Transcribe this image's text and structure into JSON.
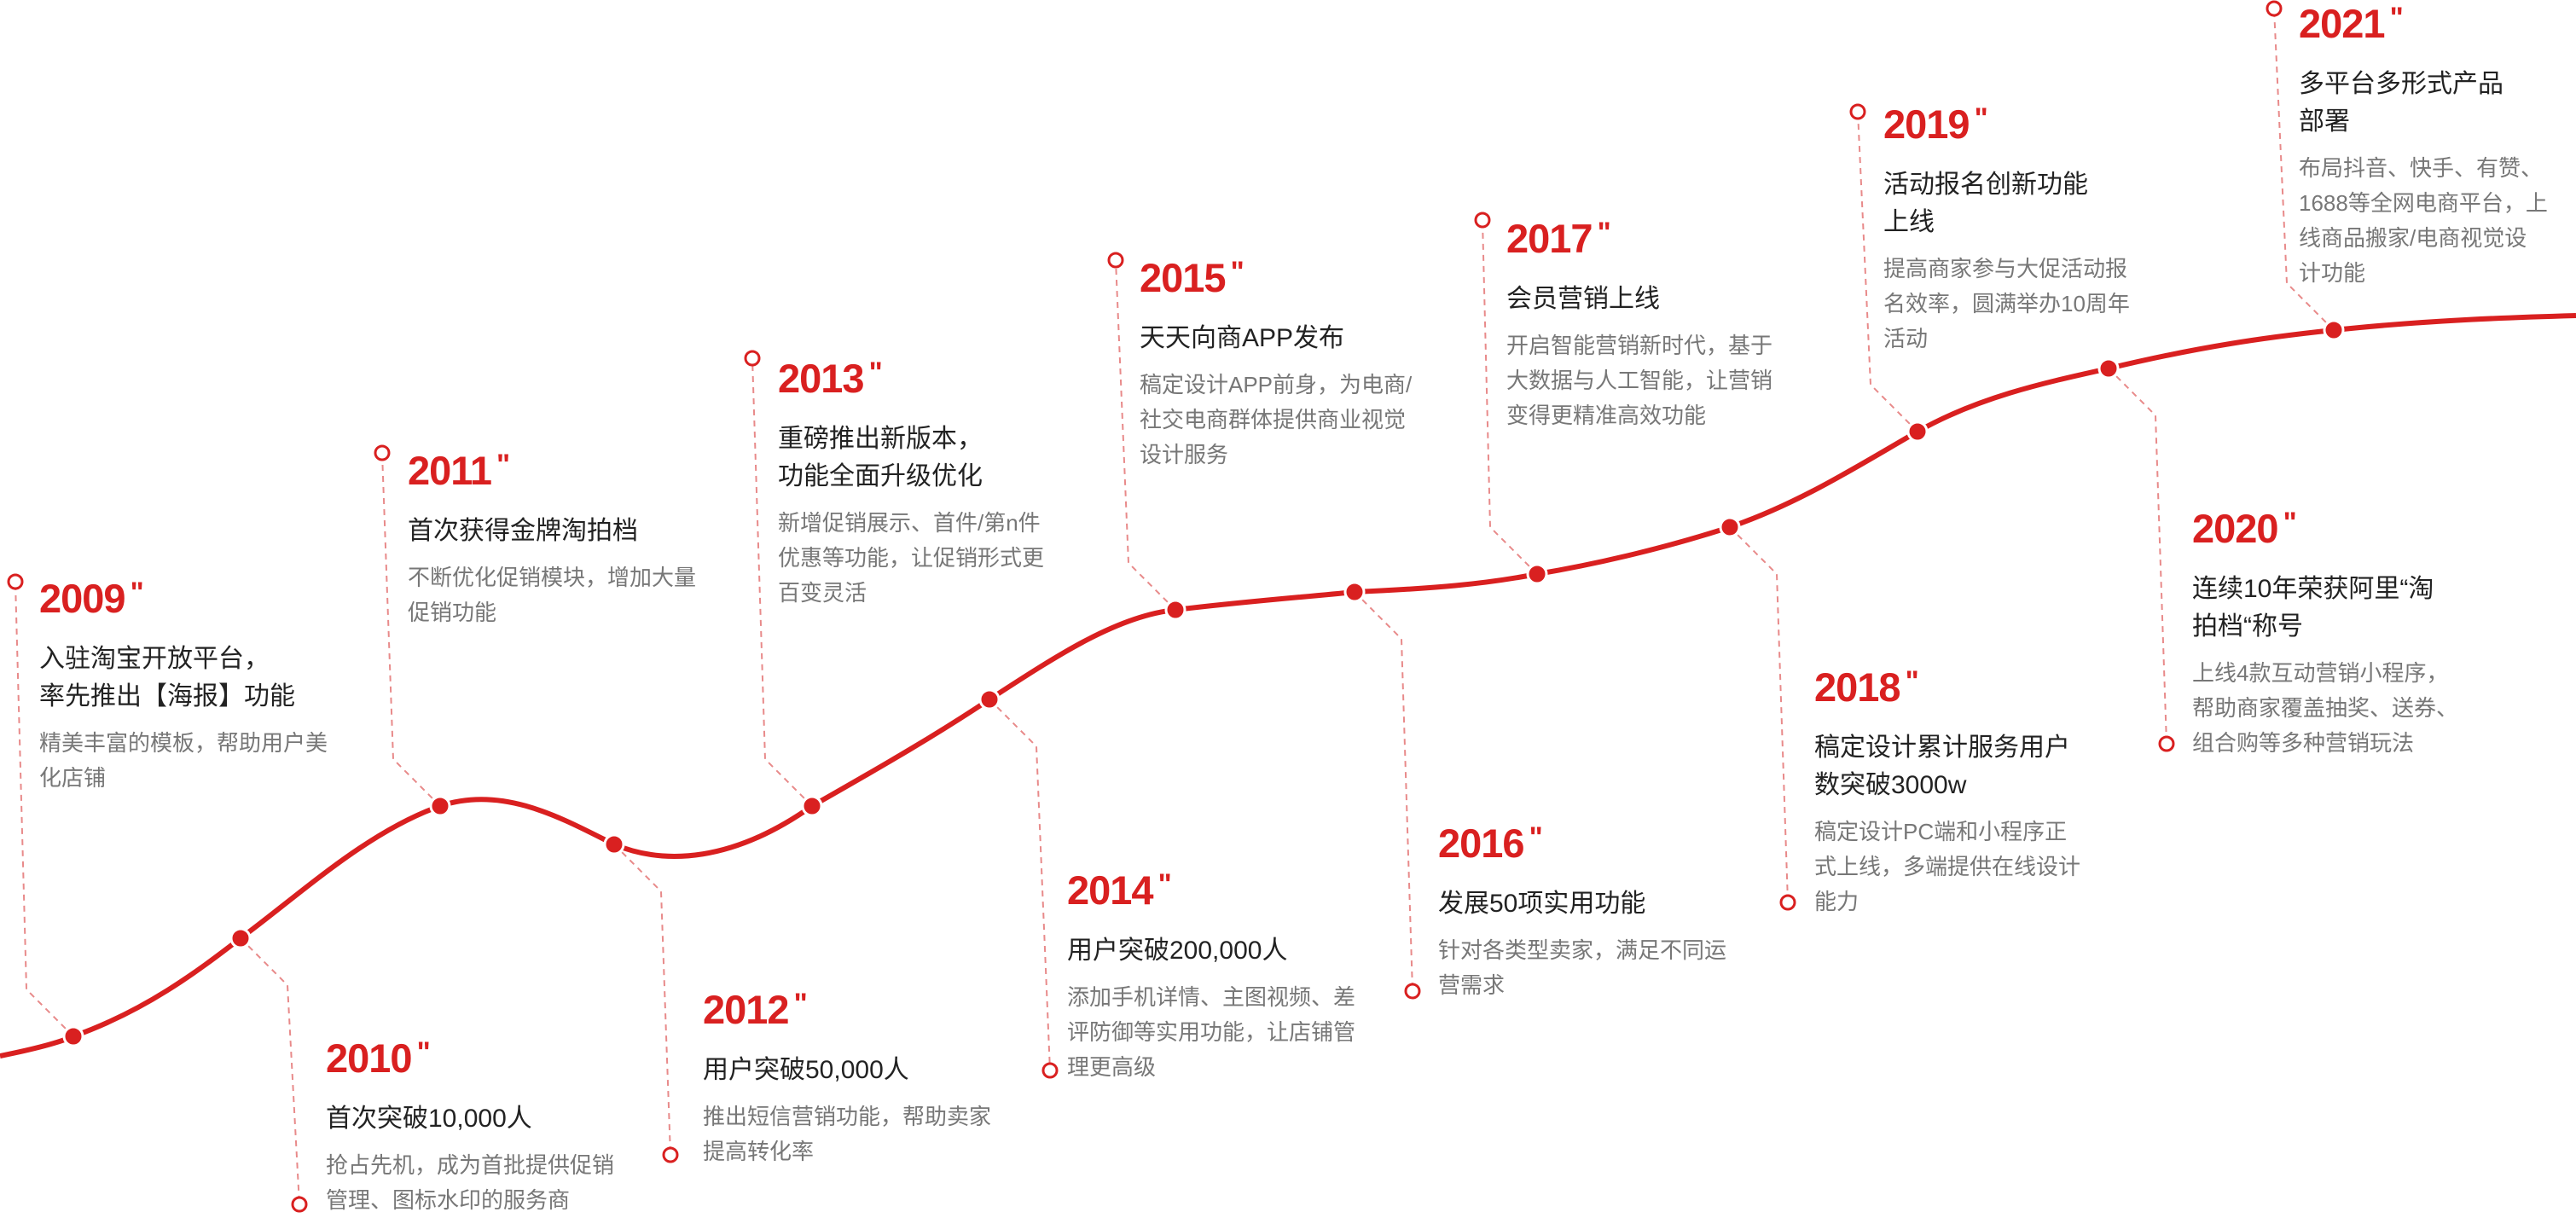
{
  "accent_color": "#d92020",
  "quote_mark": "\"",
  "milestones": [
    {
      "year": "2009",
      "title": "入驻淘宝开放平台，\n率先推出【海报】功能",
      "desc": "精美丰富的模板，帮助用户美\n化店铺"
    },
    {
      "year": "2010",
      "title": "首次突破10,000人",
      "desc": "抢占先机，成为首批提供促销\n管理、图标水印的服务商"
    },
    {
      "year": "2011",
      "title": "首次获得金牌淘拍档",
      "desc": "不断优化促销模块，增加大量\n促销功能"
    },
    {
      "year": "2012",
      "title": "用户突破50,000人",
      "desc": "推出短信营销功能，帮助卖家\n提高转化率"
    },
    {
      "year": "2013",
      "title": "重磅推出新版本，\n功能全面升级优化",
      "desc": "新增促销展示、首件/第n件\n优惠等功能，让促销形式更\n百变灵活"
    },
    {
      "year": "2014",
      "title": "用户突破200,000人",
      "desc": "添加手机详情、主图视频、差\n评防御等实用功能，让店铺管\n理更高级"
    },
    {
      "year": "2015",
      "title": "天天向商APP发布",
      "desc": "稿定设计APP前身，为电商/\n社交电商群体提供商业视觉\n设计服务"
    },
    {
      "year": "2016",
      "title": "发展50项实用功能",
      "desc": "针对各类型卖家，满足不同运\n营需求"
    },
    {
      "year": "2017",
      "title": "会员营销上线",
      "desc": "开启智能营销新时代，基于\n大数据与人工智能，让营销\n变得更精准高效功能"
    },
    {
      "year": "2018",
      "title": "稿定设计累计服务用户\n数突破3000w",
      "desc": "稿定设计PC端和小程序正\n式上线，多端提供在线设计\n能力"
    },
    {
      "year": "2019",
      "title": "活动报名创新功能\n上线",
      "desc": "提高商家参与大促活动报\n名效率，圆满举办10周年\n活动"
    },
    {
      "year": "2020",
      "title": "连续10年荣获阿里“淘\n拍档“称号",
      "desc": "上线4款互动营销小程序，\n帮助商家覆盖抽奖、送券、\n组合购等多种营销玩法"
    },
    {
      "year": "2021",
      "title": "多平台多形式产品\n部署",
      "desc": "布局抖音、快手、有赞、\n1688等全网电商平台，上\n线商品搬家/电商视觉设\n计功能"
    }
  ]
}
